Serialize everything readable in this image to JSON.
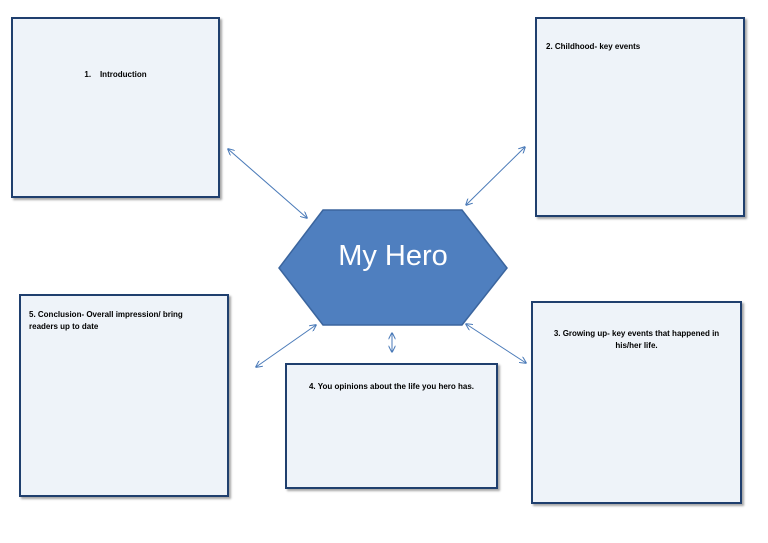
{
  "center": {
    "title": "My Hero"
  },
  "boxes": {
    "introduction": "1.    Introduction",
    "childhood": "2. Childhood- key events",
    "conclusion": "5. Conclusion- Overall impression/ bring readers up to date",
    "opinions": "4. You opinions about the life you hero has.",
    "growing_up": "3. Growing up- key events that happened in his/her life."
  },
  "colors": {
    "hexagon": "#4f7fbf",
    "hexagon_border": "#3b659e",
    "box_fill": "#eef3f9",
    "box_border": "#1f3f6e",
    "arrow": "#4a7ab8"
  }
}
